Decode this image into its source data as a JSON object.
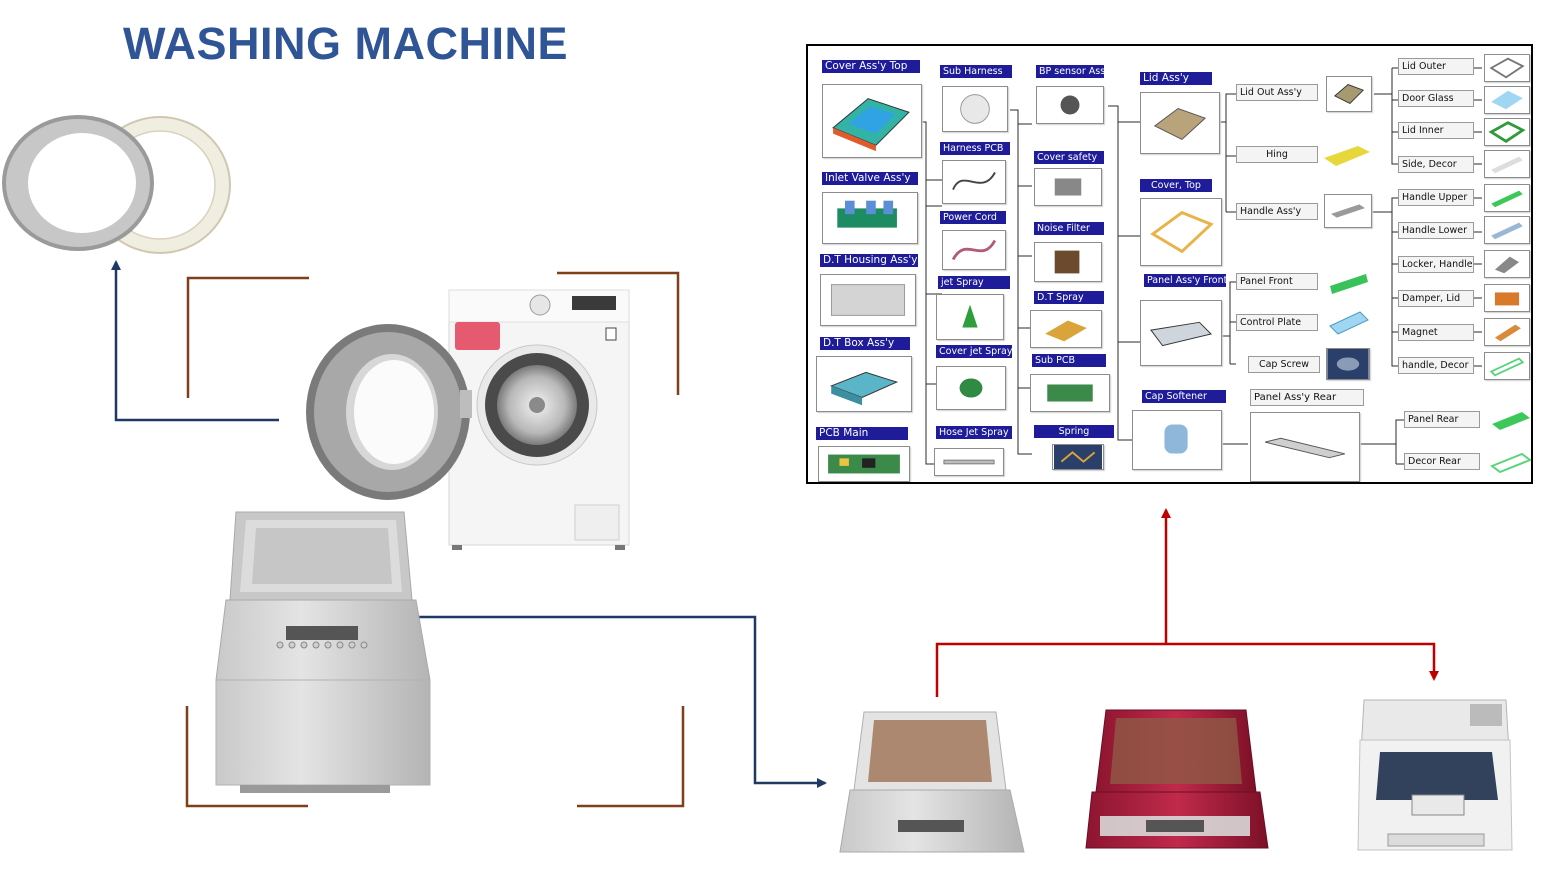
{
  "title": "WASHING MACHINE",
  "colors": {
    "title": "#2f5597",
    "header_bg": "#1f1c99",
    "bracket": "#7f3f1a",
    "arrow_blue": "#1f3864",
    "arrow_red": "#c00000"
  },
  "parts": {
    "col1": [
      "Cover Ass'y Top",
      "Inlet Valve Ass'y",
      "D.T Housing Ass'y",
      "D.T Box Ass'y",
      "PCB   Main"
    ],
    "col2": [
      "Sub Harness",
      "Harness PCB",
      "Power Cord",
      "jet Spray",
      "Cover  jet Spray",
      "Hose  Jet Spray"
    ],
    "col3": [
      "BP sensor Ass'y",
      "Cover safety",
      "Noise Filter",
      "D.T Spray",
      "Sub PCB",
      "Spring"
    ],
    "col4": [
      "Lid Ass'y",
      "Cover, Top",
      "Panel Ass'y Front",
      "Cap Softener"
    ],
    "col5": [
      "Lid Out Ass'y",
      "Hing",
      "Handle Ass'y",
      "Panel Front",
      "Control Plate",
      "Cap Screw",
      "Panel Ass'y Rear"
    ],
    "col6": [
      "Lid Outer",
      "Door Glass",
      "Lid Inner",
      "Side, Decor",
      "Handle Upper",
      "Handle Lower",
      "Locker, Handle",
      "Damper, Lid",
      "Magnet",
      "handle, Decor",
      "Panel Rear",
      "Decor Rear"
    ]
  },
  "icons": [
    "door-ring-icon",
    "front-load-washer-icon",
    "top-load-washer-icon",
    "top-load-washer-white-icon",
    "top-load-washer-red-icon",
    "top-load-washer-silver-icon"
  ]
}
